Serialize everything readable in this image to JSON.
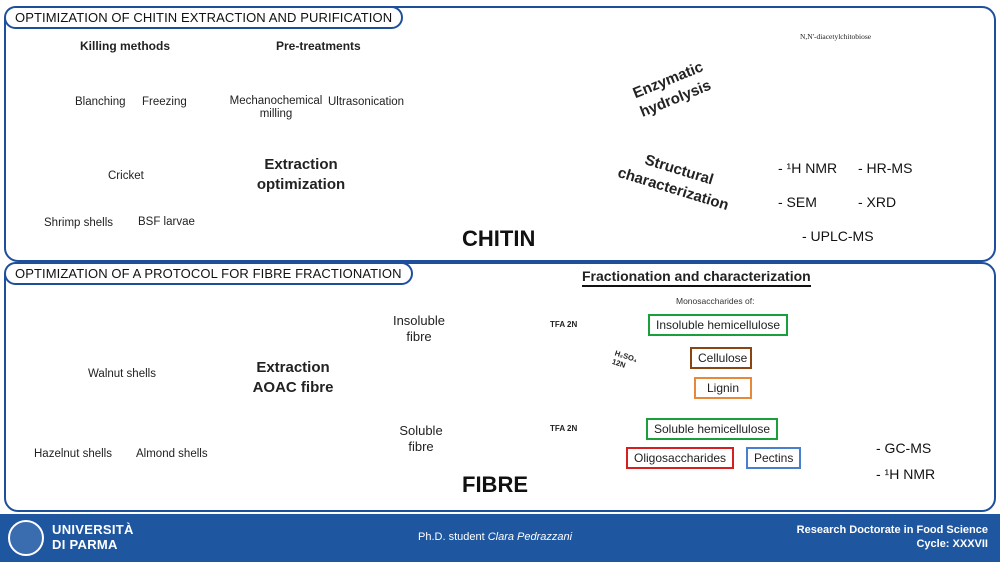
{
  "top_panel": {
    "title": "OPTIMIZATION OF CHITIN EXTRACTION AND PURIFICATION",
    "killing_methods_heading": "Killing methods",
    "killing_methods": [
      "Blanching",
      "Freezing"
    ],
    "pretreatments_heading": "Pre-treatments",
    "pretreatments": [
      "Mechanochemical milling",
      "Ultrasonication"
    ],
    "sources": [
      "Cricket",
      "Shrimp shells",
      "BSF larvae"
    ],
    "arrow_label": "Extraction optimization",
    "product": "CHITIN",
    "enzymatic_label": "Enzymatic hydrolysis",
    "structural_label": "Structural characterization",
    "spectrum_annotation": "N,N'-diacetylchitobiose",
    "techniques": [
      "- ¹H NMR",
      "- HR-MS",
      "- SEM",
      "- XRD",
      "- UPLC-MS"
    ]
  },
  "bottom_panel": {
    "title": "OPTIMIZATION OF A PROTOCOL FOR FIBRE FRACTIONATION",
    "sources": [
      "Walnut shells",
      "Hazelnut shells",
      "Almond shells"
    ],
    "arrow_label": "Extraction AOAC fibre",
    "insoluble_label": "Insoluble fibre",
    "soluble_label": "Soluble fibre",
    "product": "FIBRE",
    "section_heading": "Fractionation and characterization",
    "monosaccharides_label": "Monosaccharides of:",
    "tfa_label": "TFA 2N",
    "h2so4_label": "H₂SO₄ 12N",
    "fractions": {
      "insoluble_hemicellulose": "Insoluble hemicellulose",
      "cellulose": "Cellulose",
      "lignin": "Lignin",
      "soluble_hemicellulose": "Soluble hemicellulose",
      "oligosaccharides": "Oligosaccharides",
      "pectins": "Pectins"
    },
    "techniques": [
      "- GC-MS",
      "- ¹H NMR"
    ]
  },
  "footer": {
    "university_line1": "UNIVERSITÀ",
    "university_line2": "DI PARMA",
    "student_prefix": "Ph.D. student ",
    "student_name": "Clara Pedrazzani",
    "doctorate": "Research Doctorate in Food Science",
    "cycle": "Cycle: XXXVII"
  },
  "colors": {
    "frame_blue": "#1e4f9c",
    "footer_blue": "#1e56a0",
    "green_box": "#1aa03a",
    "brown_box": "#8b4513",
    "orange_box": "#e8883a",
    "red_box": "#d42020",
    "blue_box": "#4a7fd0"
  }
}
